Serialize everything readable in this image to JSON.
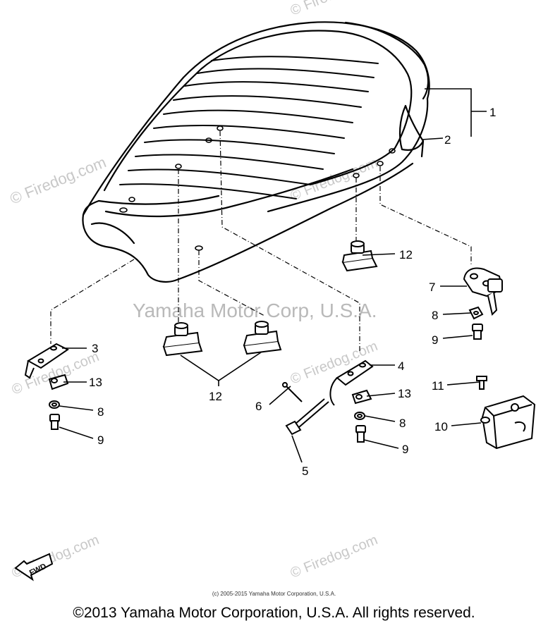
{
  "watermarks": {
    "site": "© Firedog.com",
    "center": "Yamaha Motor Corp, U.S.A."
  },
  "callouts": {
    "c1": "1",
    "c2": "2",
    "c3": "3",
    "c4": "4",
    "c5": "5",
    "c6": "6",
    "c7": "7",
    "c8a": "8",
    "c8b": "8",
    "c8c": "8",
    "c9a": "9",
    "c9b": "9",
    "c9c": "9",
    "c10": "10",
    "c11": "11",
    "c12a": "12",
    "c12b": "12",
    "c13a": "13",
    "c13b": "13"
  },
  "fwd_label": "FWD",
  "small_copyright": "(c) 2005-2015 Yamaha Motor Corporation, U.S.A.",
  "footer_copyright": "©2013 Yamaha Motor Corporation, U.S.A. All rights reserved."
}
